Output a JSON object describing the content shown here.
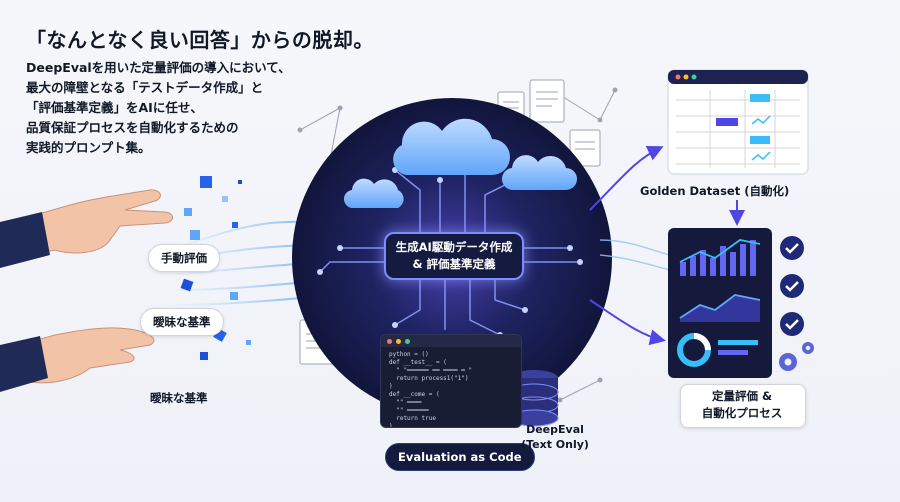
{
  "header": {
    "title": "「なんとなく良い回答」からの脱却。",
    "description_lines": [
      "DeepEvalを用いた定量評価の導入において、",
      "最大の障壁となる「テストデータ作成」と",
      "「評価基準定義」をAIに任せ、",
      "品質保証プロセスを自動化するための",
      "実践的プロンプト集。"
    ]
  },
  "left": {
    "manual_eval": "手動評価",
    "vague_criteria_pill": "曖昧な基準",
    "vague_criteria_text": "曖昧な基準"
  },
  "center": {
    "ai_box_line1": "生成AI駆動データ作成",
    "ai_box_line2": "& 評価基準定義",
    "code_lines": [
      "python = ()",
      "def __test__ = (",
      "  \" \"══════ ══ ════ ═ \"",
      "  return process1(\"1\")",
      ")",
      "def __come = (",
      "  \"\" ════",
      "  \"\" ══════",
      "  return true",
      ")"
    ],
    "eval_as_code": "Evaluation as Code",
    "deepeval_line1": "DeepEval",
    "deepeval_line2": "(Text Only)"
  },
  "right": {
    "golden_dataset": "Golden Dataset (自動化)",
    "quant_eval_line1": "定量評価 &",
    "quant_eval_line2": "自動化プロセス"
  },
  "colors": {
    "navy": "#141a3b",
    "accent_blue": "#3b82f6",
    "accent_purple": "#6366f1",
    "flow_blue": "#60a5fa"
  }
}
